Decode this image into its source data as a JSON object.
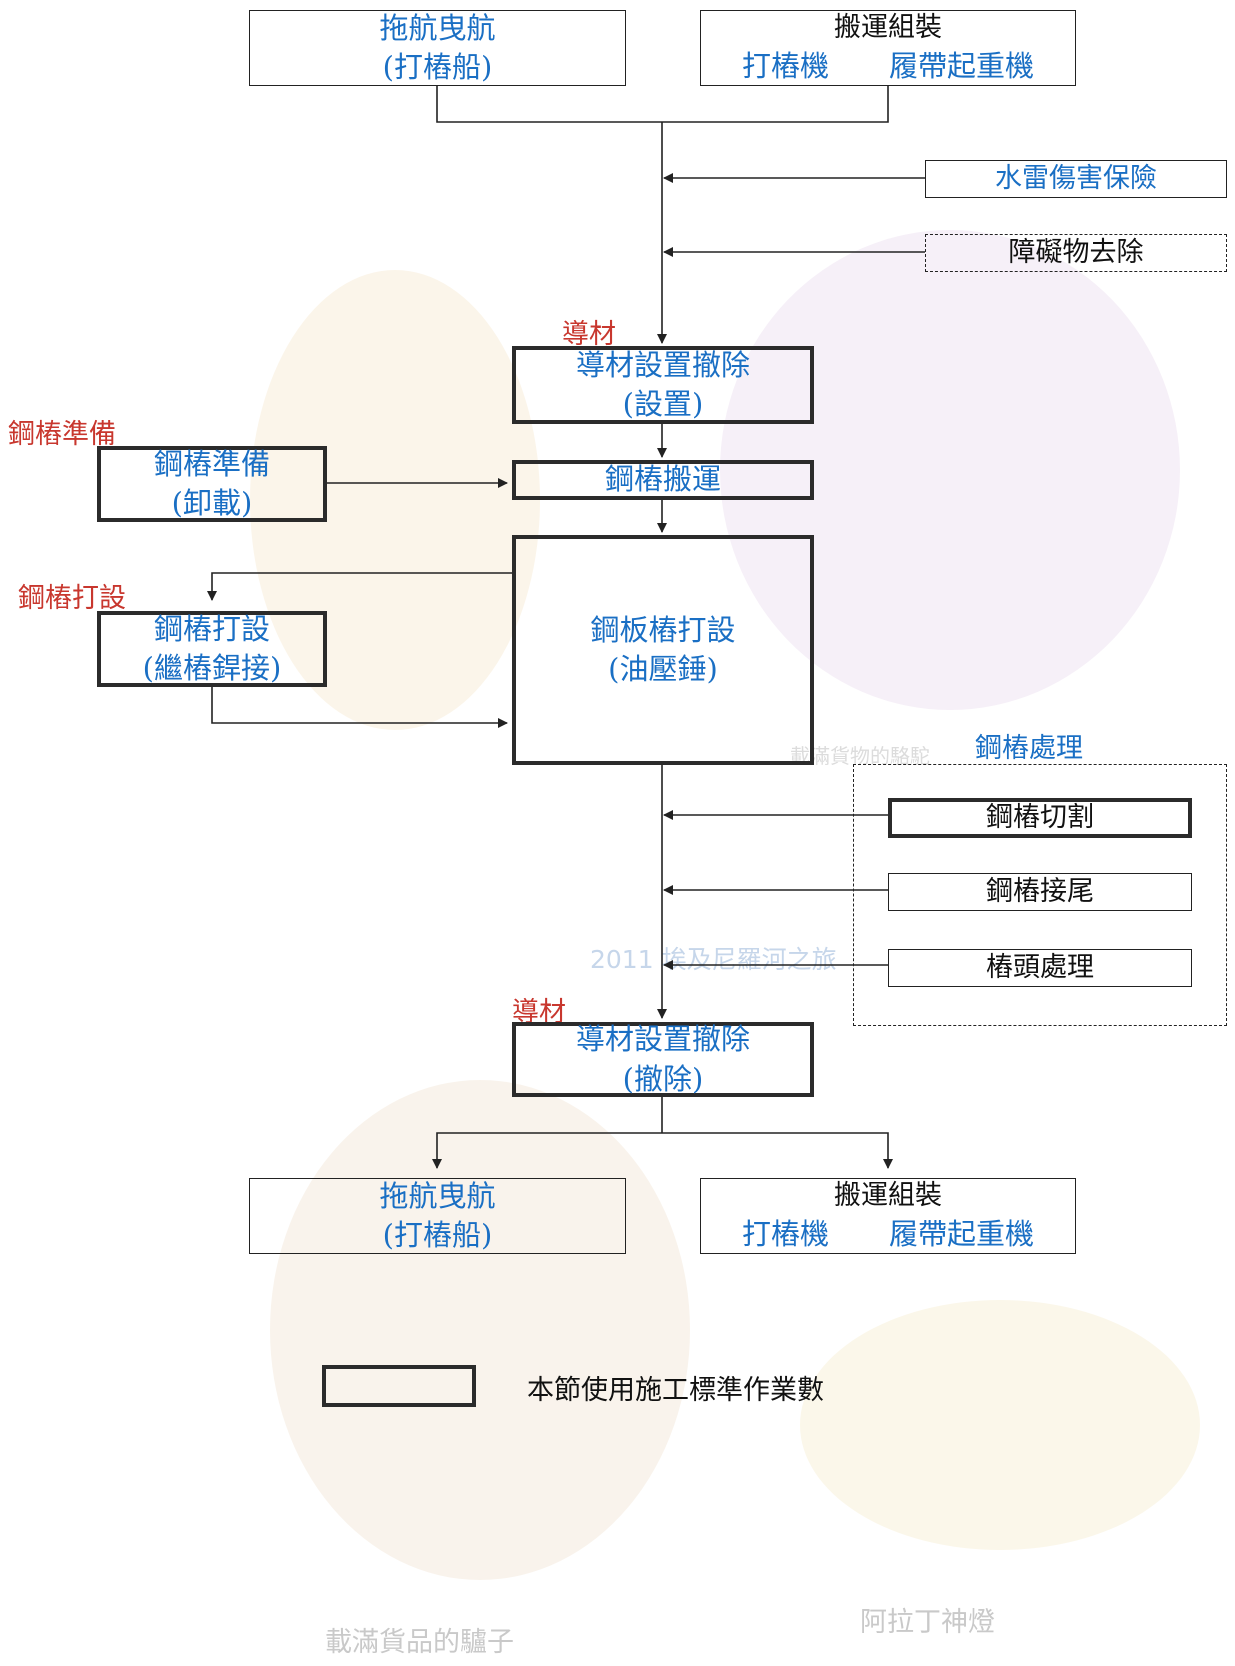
{
  "top_left": {
    "line1": "拖航曳航",
    "line2": "(打樁船)"
  },
  "top_right": {
    "title": "搬運組裝",
    "item1": "打樁機",
    "item2": "履帶起重機"
  },
  "side_insurance": "水雷傷害保險",
  "side_obstacle": "障礙物去除",
  "guide_label_1": "導材",
  "guide_set": {
    "line1": "導材設置撤除",
    "line2": "(設置)"
  },
  "steel_prep_label": "鋼樁準備",
  "steel_prep": {
    "line1": "鋼樁準備",
    "line2": "(卸載)"
  },
  "steel_transport": "鋼樁搬運",
  "steel_drive_label": "鋼樁打設",
  "steel_drive": {
    "line1": "鋼樁打設",
    "line2": "(繼樁銲接)"
  },
  "sheet_pile": {
    "line1": "鋼板樁打設",
    "line2": "(油壓錘)"
  },
  "treatment_label": "鋼樁處理",
  "treatment_items": [
    "鋼樁切割",
    "鋼樁接尾",
    "樁頭處理"
  ],
  "guide_label_2": "導材",
  "guide_remove": {
    "line1": "導材設置撤除",
    "line2": "(撤除)"
  },
  "bottom_left": {
    "line1": "拖航曳航",
    "line2": "(打樁船)"
  },
  "bottom_right": {
    "title": "搬運組裝",
    "item1": "打樁機",
    "item2": "履帶起重機"
  },
  "legend_text": "本節使用施工標準作業數",
  "watermarks": {
    "mid": "2011 埃及尼羅河之旅",
    "bottom_left": "載滿貨品的驢子",
    "bottom_right": "阿拉丁神燈",
    "faint": "載滿貨物的駱駝"
  },
  "colors": {
    "blue": "#1a6fc4",
    "red": "#c8372e",
    "line": "#222222"
  }
}
